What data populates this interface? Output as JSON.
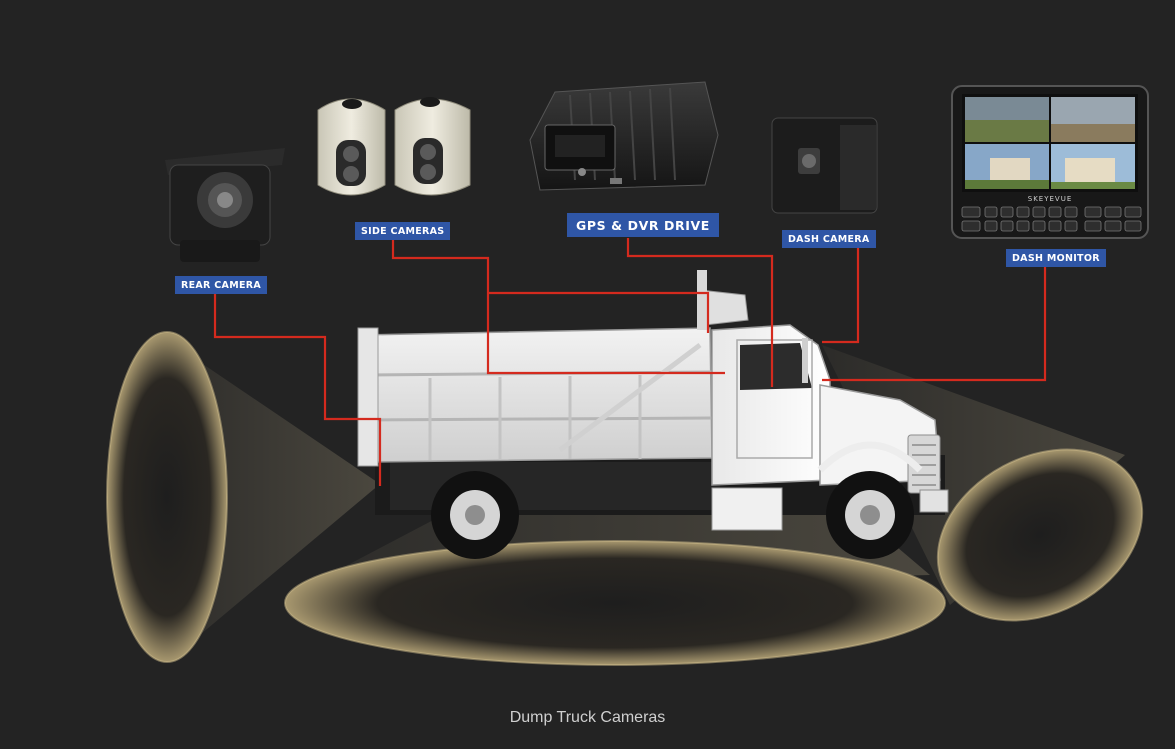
{
  "labels": {
    "rear_camera": "REAR CAMERA",
    "side_cameras": "SIDE CAMERAS",
    "gps_dvr": "GPS & DVR DRIVE",
    "dash_camera": "DASH CAMERA",
    "dash_monitor": "DASH MONITOR"
  },
  "monitor_brand": "SKEYEVUE",
  "caption": "Dump Truck Cameras",
  "colors": {
    "background": "#232323",
    "label_bg": "#2f56a6",
    "wire": "#d42a1e",
    "cone": "#d9c9a0"
  }
}
